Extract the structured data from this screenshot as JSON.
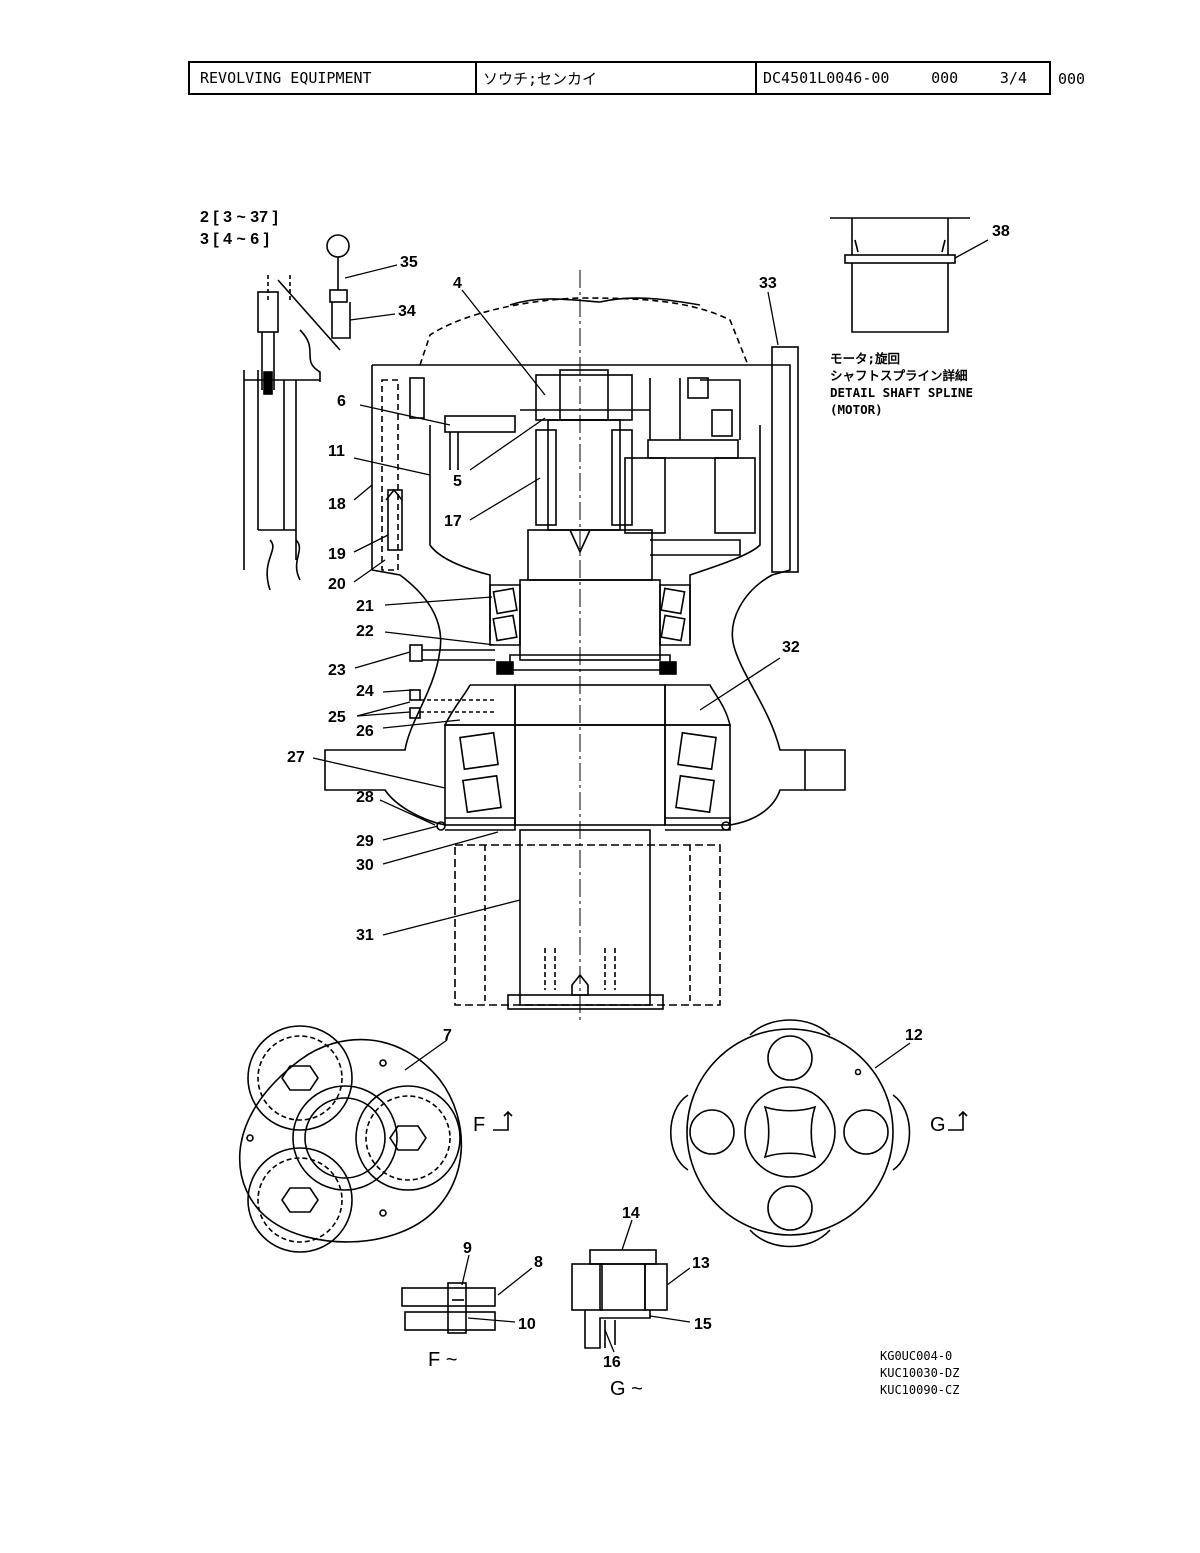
{
  "header": {
    "title": "REVOLVING EQUIPMENT",
    "subtitle": "ソウチ;センカイ",
    "drawing_no": "DC4501L0046-00",
    "rev": "000",
    "sheet": "3/4",
    "rev_outside": "000"
  },
  "assembly_refs": [
    "2 [ 3 ~ 37 ]",
    "3 [ 4 ~ 6 ]"
  ],
  "detail_note": [
    "モータ;旋回",
    "シャフトスプライン詳細",
    "DETAIL SHAFT SPLINE",
    "(MOTOR)"
  ],
  "view_labels": {
    "f_arrow": "F",
    "g_arrow": "G",
    "f_view": "F ~",
    "g_view": "G ~"
  },
  "codes": [
    "KG0UC004-0",
    "KUC10030-DZ",
    "KUC10090-CZ"
  ],
  "callouts": [
    {
      "id": "c35",
      "text": "35"
    },
    {
      "id": "c34",
      "text": "34"
    },
    {
      "id": "c4",
      "text": "4"
    },
    {
      "id": "c33",
      "text": "33"
    },
    {
      "id": "c38",
      "text": "38"
    },
    {
      "id": "c6",
      "text": "6"
    },
    {
      "id": "c11",
      "text": "11"
    },
    {
      "id": "c5",
      "text": "5"
    },
    {
      "id": "c18",
      "text": "18"
    },
    {
      "id": "c17",
      "text": "17"
    },
    {
      "id": "c19",
      "text": "19"
    },
    {
      "id": "c20",
      "text": "20"
    },
    {
      "id": "c21",
      "text": "21"
    },
    {
      "id": "c22",
      "text": "22"
    },
    {
      "id": "c32",
      "text": "32"
    },
    {
      "id": "c23",
      "text": "23"
    },
    {
      "id": "c24",
      "text": "24"
    },
    {
      "id": "c25",
      "text": "25"
    },
    {
      "id": "c26",
      "text": "26"
    },
    {
      "id": "c27",
      "text": "27"
    },
    {
      "id": "c28",
      "text": "28"
    },
    {
      "id": "c29",
      "text": "29"
    },
    {
      "id": "c30",
      "text": "30"
    },
    {
      "id": "c31",
      "text": "31"
    },
    {
      "id": "c7",
      "text": "7"
    },
    {
      "id": "c12",
      "text": "12"
    },
    {
      "id": "c14",
      "text": "14"
    },
    {
      "id": "c9",
      "text": "9"
    },
    {
      "id": "c8",
      "text": "8"
    },
    {
      "id": "c13",
      "text": "13"
    },
    {
      "id": "c10",
      "text": "10"
    },
    {
      "id": "c15",
      "text": "15"
    },
    {
      "id": "c16",
      "text": "16"
    }
  ]
}
